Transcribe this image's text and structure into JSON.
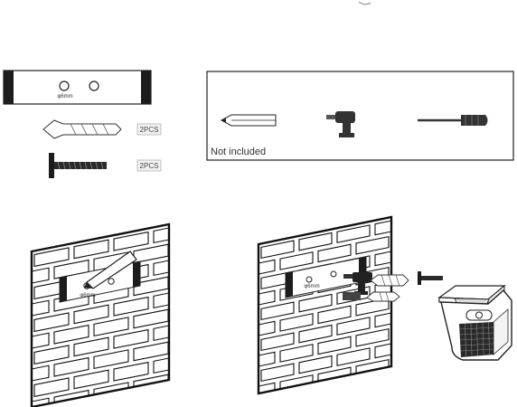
{
  "parts": {
    "bracket_hole_label": "φ6mm",
    "anchor_qty": "2PCS",
    "screw_qty": "2PCS"
  },
  "tools": {
    "caption": "Not included",
    "items": [
      "pencil-icon",
      "drill-icon",
      "screwdriver-icon"
    ]
  },
  "steps": {
    "step1_hole_label": "φ6mm",
    "step2_hole_label": "φ6mm"
  }
}
